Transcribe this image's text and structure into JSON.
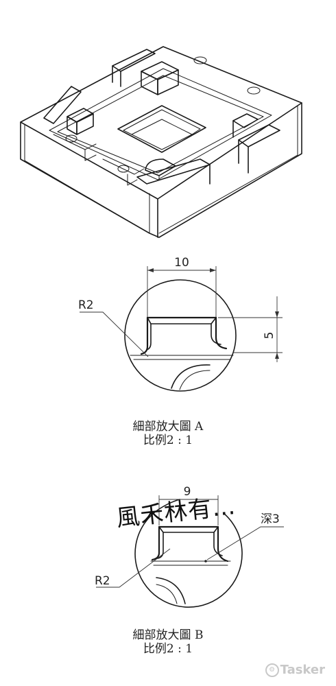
{
  "detail_a": {
    "dim_width": "10",
    "dim_height": "5",
    "radius": "R2",
    "caption_line1": "細部放大圖 A",
    "caption_line2": "比例2 : 1"
  },
  "detail_b": {
    "dim_width": "9",
    "radius": "R2",
    "depth": "深3",
    "caption_line1": "細部放大圖 B",
    "caption_line2": "比例2 : 1"
  },
  "annotation": {
    "handwritten": "風禾林有…"
  },
  "watermark": {
    "text": "Tasker",
    "icon": "tasker-logo-icon"
  },
  "colors": {
    "line": "#1a1a1a",
    "watermark": "#c8c8c8"
  }
}
